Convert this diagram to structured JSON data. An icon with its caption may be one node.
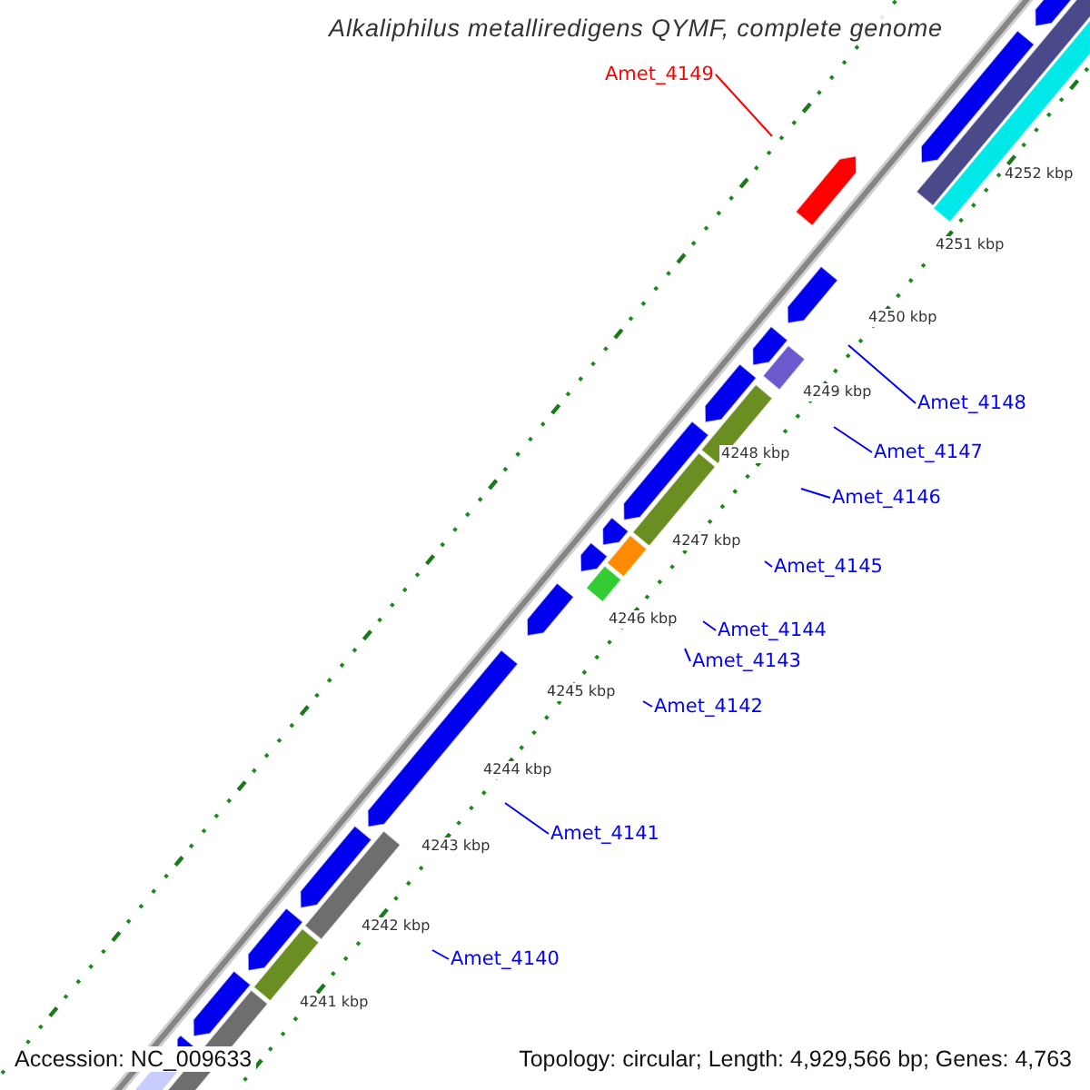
{
  "diagram": {
    "title": "Alkaliphilus metalliredigens QYMF, complete genome",
    "nodes": [
      {
        "text": [
          "Amet_4149"
        ]
      },
      {
        "text": [
          "Amet_4148"
        ]
      },
      {
        "text": [
          "Amet_4147"
        ]
      },
      {
        "text": [
          "Amet_4146"
        ]
      },
      {
        "text": [
          "Amet_4145"
        ]
      },
      {
        "text": [
          "Amet_4144"
        ]
      },
      {
        "text": [
          "Amet_4143"
        ]
      },
      {
        "text": [
          "Amet_4142"
        ]
      },
      {
        "text": [
          "Amet_4141"
        ]
      },
      {
        "text": [
          "Amet_4140"
        ]
      }
    ],
    "edges": [
      {
        "from": 0,
        "to": null,
        "arrow": "none",
        "color": "#ff0000"
      },
      {
        "from": 1,
        "to": null,
        "arrow": "none"
      },
      {
        "from": 2,
        "to": null,
        "arrow": "none"
      },
      {
        "from": 3,
        "to": null,
        "arrow": "none"
      },
      {
        "from": 4,
        "to": null,
        "arrow": "none"
      },
      {
        "from": 5,
        "to": null,
        "arrow": "none"
      },
      {
        "from": 6,
        "to": null,
        "arrow": "none"
      },
      {
        "from": 7,
        "to": null,
        "arrow": "none"
      },
      {
        "from": 8,
        "to": null,
        "arrow": "none"
      },
      {
        "from": 9,
        "to": null,
        "arrow": "none"
      }
    ],
    "labels": [
      "4252 kbp",
      "4251 kbp",
      "4250 kbp",
      "4249 kbp",
      "4248 kbp",
      "4247 kbp",
      "4246 kbp",
      "4245 kbp",
      "4244 kbp",
      "4243 kbp",
      "4242 kbp",
      "4241 kbp",
      "Accession: NC_009633",
      "Topology: circular; Length: 4,929,566 bp; Genes: 4,763"
    ]
  }
}
